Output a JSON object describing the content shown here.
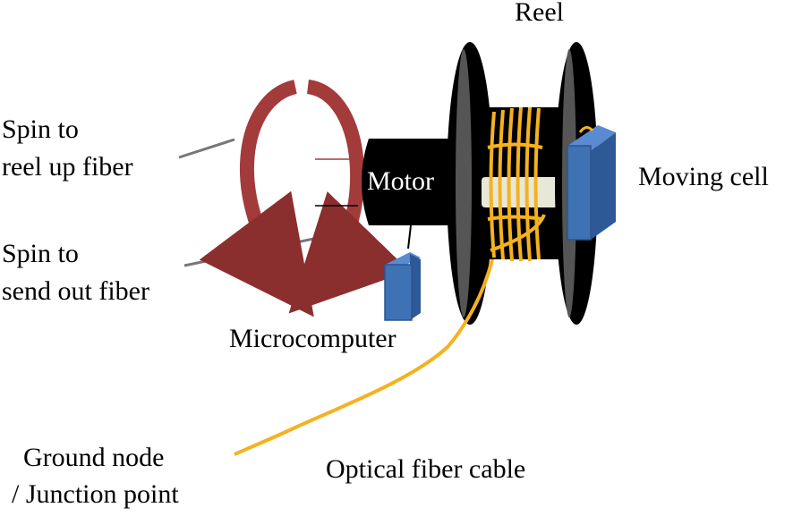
{
  "labels": {
    "reel": "Reel",
    "spin_reel_up_1": "Spin to",
    "spin_reel_up_2": "reel up fiber",
    "spin_send_out_1": "Spin to",
    "spin_send_out_2": "send out fiber",
    "motor": "Motor",
    "moving_cell": "Moving cell",
    "microcomputer": "Microcomputer",
    "ground_node_1": "Ground node",
    "ground_node_2": "/ Junction point",
    "optical_fiber": "Optical fiber cable"
  },
  "colors": {
    "arrow": "#a33b3b",
    "fiber": "#f5b21f",
    "cell": "#3f72b5",
    "reel": "#000000",
    "shaft": "#e8e8d8",
    "leader": "#777777"
  }
}
